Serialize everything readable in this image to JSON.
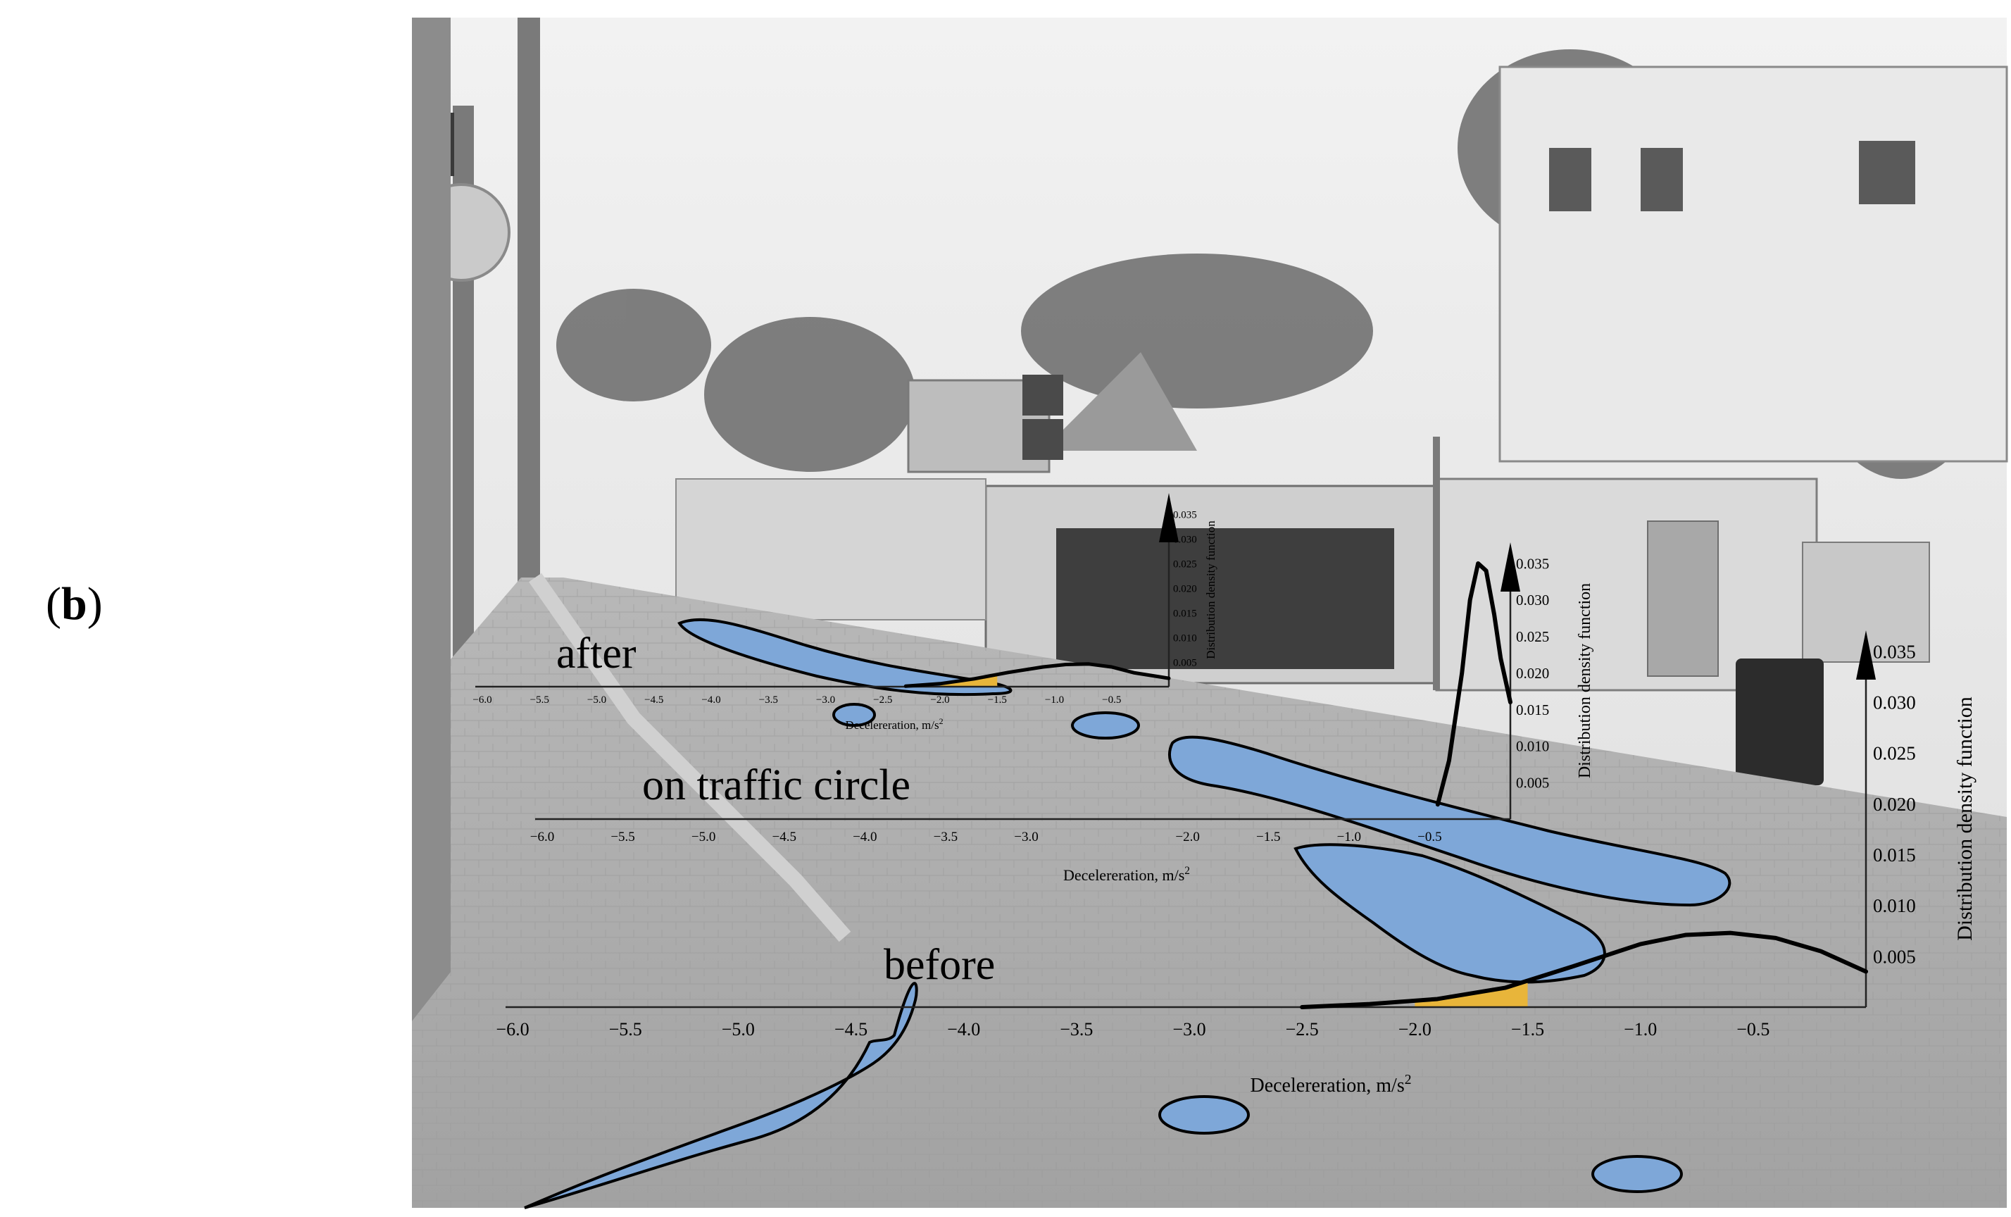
{
  "panel_label": {
    "open": "(",
    "letter": "b",
    "close": ")"
  },
  "colors": {
    "highlight_blue": "#7ea7d8",
    "threshold_yellow": "#e8b53a",
    "curve": "#000000",
    "photo_bg": "#d8d8d8"
  },
  "chart_data": [
    {
      "type": "line",
      "label": "after",
      "xlabel": "Decelereration, m/s",
      "xlabel_sup": "2",
      "ylabel": "Distribution density function",
      "xlim": [
        -6.0,
        0.0
      ],
      "ylim": [
        0,
        0.035
      ],
      "xticks": [
        "-6.0",
        "-5.5",
        "-5.0",
        "-4.5",
        "-4.0",
        "-3.5",
        "-3.0",
        "-2.5",
        "-2.0",
        "-1.5",
        "-1.0",
        "-0.5"
      ],
      "yticks": [
        "0.005",
        "0.010",
        "0.015",
        "0.020",
        "0.025",
        "0.030",
        "0.035"
      ],
      "x": [
        -2.3,
        -2.0,
        -1.7,
        -1.4,
        -1.1,
        -0.9,
        -0.7,
        -0.5,
        -0.3,
        0.0
      ],
      "y": [
        0.0001,
        0.0006,
        0.0016,
        0.0029,
        0.004,
        0.0045,
        0.0046,
        0.004,
        0.0028,
        0.0017
      ],
      "shaded_range": [
        -2.0,
        -1.5
      ]
    },
    {
      "type": "line",
      "label": "on traffic circle",
      "xlabel": "Decelereration, m/s",
      "xlabel_sup": "2",
      "ylabel": "Distribution density function",
      "xlim": [
        -6.0,
        0.0
      ],
      "ylim": [
        0,
        0.035
      ],
      "xticks": [
        "-6.0",
        "-5.5",
        "-5.0",
        "-4.5",
        "-4.0",
        "-3.5",
        "-3.0",
        "-2.0",
        "-1.5",
        "-1.0",
        "-0.5"
      ],
      "yticks": [
        "0.005",
        "0.010",
        "0.015",
        "0.020",
        "0.025",
        "0.030",
        "0.035"
      ],
      "x": [
        -0.45,
        -0.38,
        -0.3,
        -0.25,
        -0.2,
        -0.15,
        -0.1,
        -0.06,
        0.0
      ],
      "y": [
        0.002,
        0.008,
        0.02,
        0.03,
        0.035,
        0.034,
        0.028,
        0.022,
        0.016
      ]
    },
    {
      "type": "line",
      "label": "before",
      "xlabel": "Decelereration, m/s",
      "xlabel_sup": "2",
      "ylabel": "Distribution density function",
      "xlim": [
        -6.0,
        0.0
      ],
      "ylim": [
        0,
        0.035
      ],
      "xticks": [
        "-6.0",
        "-5.5",
        "-5.0",
        "-4.5",
        "-4.0",
        "-3.5",
        "-3.0",
        "-2.5",
        "-2.0",
        "-1.5",
        "-1.0",
        "-0.5"
      ],
      "yticks": [
        "0.005",
        "0.010",
        "0.015",
        "0.020",
        "0.025",
        "0.030",
        "0.035"
      ],
      "x": [
        -2.5,
        -2.2,
        -1.9,
        -1.6,
        -1.3,
        -1.0,
        -0.8,
        -0.6,
        -0.4,
        -0.2,
        0.0
      ],
      "y": [
        0.0,
        0.0003,
        0.0008,
        0.0019,
        0.004,
        0.0062,
        0.0071,
        0.0073,
        0.0068,
        0.0055,
        0.0035
      ],
      "shaded_range": [
        -2.0,
        -1.5
      ]
    }
  ]
}
